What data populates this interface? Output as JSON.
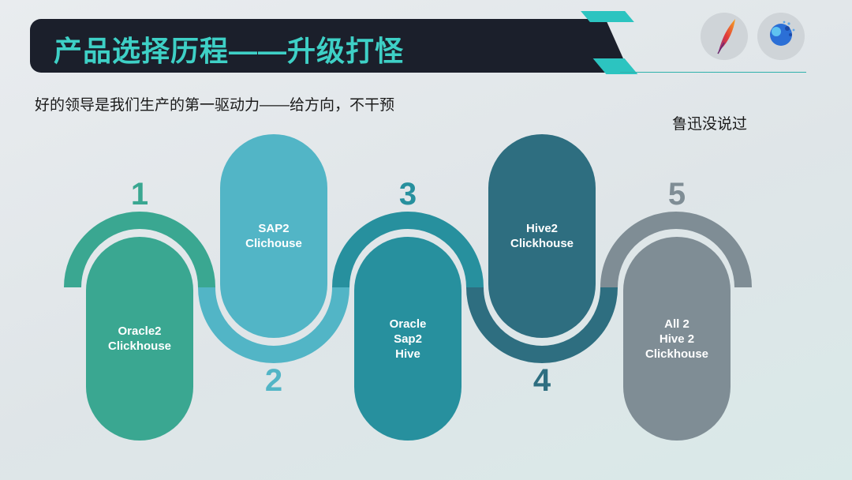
{
  "title": "产品选择历程——升级打怪",
  "subtitle": "好的领导是我们生产的第一驱动力——给方向，不干预",
  "quote": "鲁迅没说过",
  "colors": {
    "step1": "#3aa791",
    "step2": "#52b5c6",
    "step3": "#27909e",
    "step4": "#2e6e80",
    "step5": "#7f8d95",
    "title": "#3ed0c6"
  },
  "steps": [
    {
      "number": "1",
      "label": "Oracle2\nClickhouse"
    },
    {
      "number": "2",
      "label": "SAP2\nClichouse"
    },
    {
      "number": "3",
      "label": "Oracle\nSap2\nHive"
    },
    {
      "number": "4",
      "label": "Hive2\nClickhouse"
    },
    {
      "number": "5",
      "label": "All 2\nHive 2\nClickhouse"
    }
  ],
  "logos": [
    "apache-feather-icon",
    "seatunnel-icon"
  ]
}
